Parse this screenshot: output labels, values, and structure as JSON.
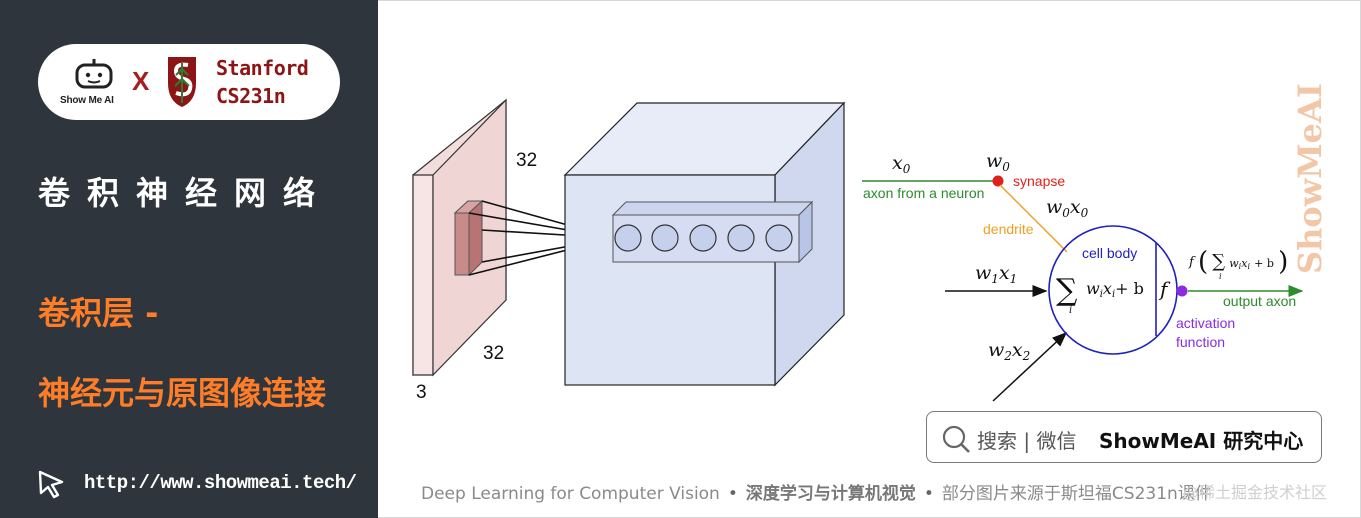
{
  "sidebar": {
    "logo_brand": "Show Me AI",
    "logo_x": "X",
    "stanford_name": "Stanford",
    "stanford_course": "CS231n",
    "topic": "卷积神经网络",
    "subtitle_line1": "卷积层 -",
    "subtitle_line2": "神经元与原图像连接",
    "url": "http://www.showmeai.tech/"
  },
  "diagram": {
    "volume_height": "32",
    "volume_width": "32",
    "volume_depth": "3",
    "x0": "x",
    "x0_sub": "0",
    "w0": "w",
    "w0_sub": "0",
    "synapse": "synapse",
    "axon_from": "axon from a neuron",
    "w0x0_w": "w",
    "w0x0_wsub": "0",
    "w0x0_x": "x",
    "w0x0_xsub": "0",
    "dendrite": "dendrite",
    "cell_body": "cell body",
    "w1x1_w": "w",
    "w1x1_wsub": "1",
    "w1x1_x": "x",
    "w1x1_xsub": "1",
    "w2x2_w": "w",
    "w2x2_wsub": "2",
    "w2x2_x": "x",
    "w2x2_xsub": "2",
    "sum_symbol": "∑",
    "sum_index": "i",
    "sum_body_w": "w",
    "sum_body_wsub": "i",
    "sum_body_x": "x",
    "sum_body_xsub": "i",
    "sum_body_tail": "+ b",
    "activation_f": "f",
    "output_f": "f",
    "output_axon": "output axon",
    "activation_function_line1": "activation",
    "activation_function_line2": "function",
    "colors": {
      "synapse_dot": "#e0201b",
      "activation_dot": "#8a2be2",
      "axon_green": "#2e8b2e",
      "dendrite_orange": "#f0a020",
      "cell_blue": "#2020c0",
      "input_volume": "#f3dcdc",
      "output_volume": "#dfe5f5"
    }
  },
  "search_box": {
    "label": "搜索 | 微信",
    "name": "ShowMeAI 研究中心"
  },
  "watermark": "ShowMeAI",
  "footer": {
    "course_en": "Deep Learning for Computer Vision",
    "separator": "•",
    "course_cn": "深度学习与计算机视觉",
    "credit": "部分图片来源于斯坦福CS231n课件",
    "csdn": "@稀土掘金技术社区"
  }
}
